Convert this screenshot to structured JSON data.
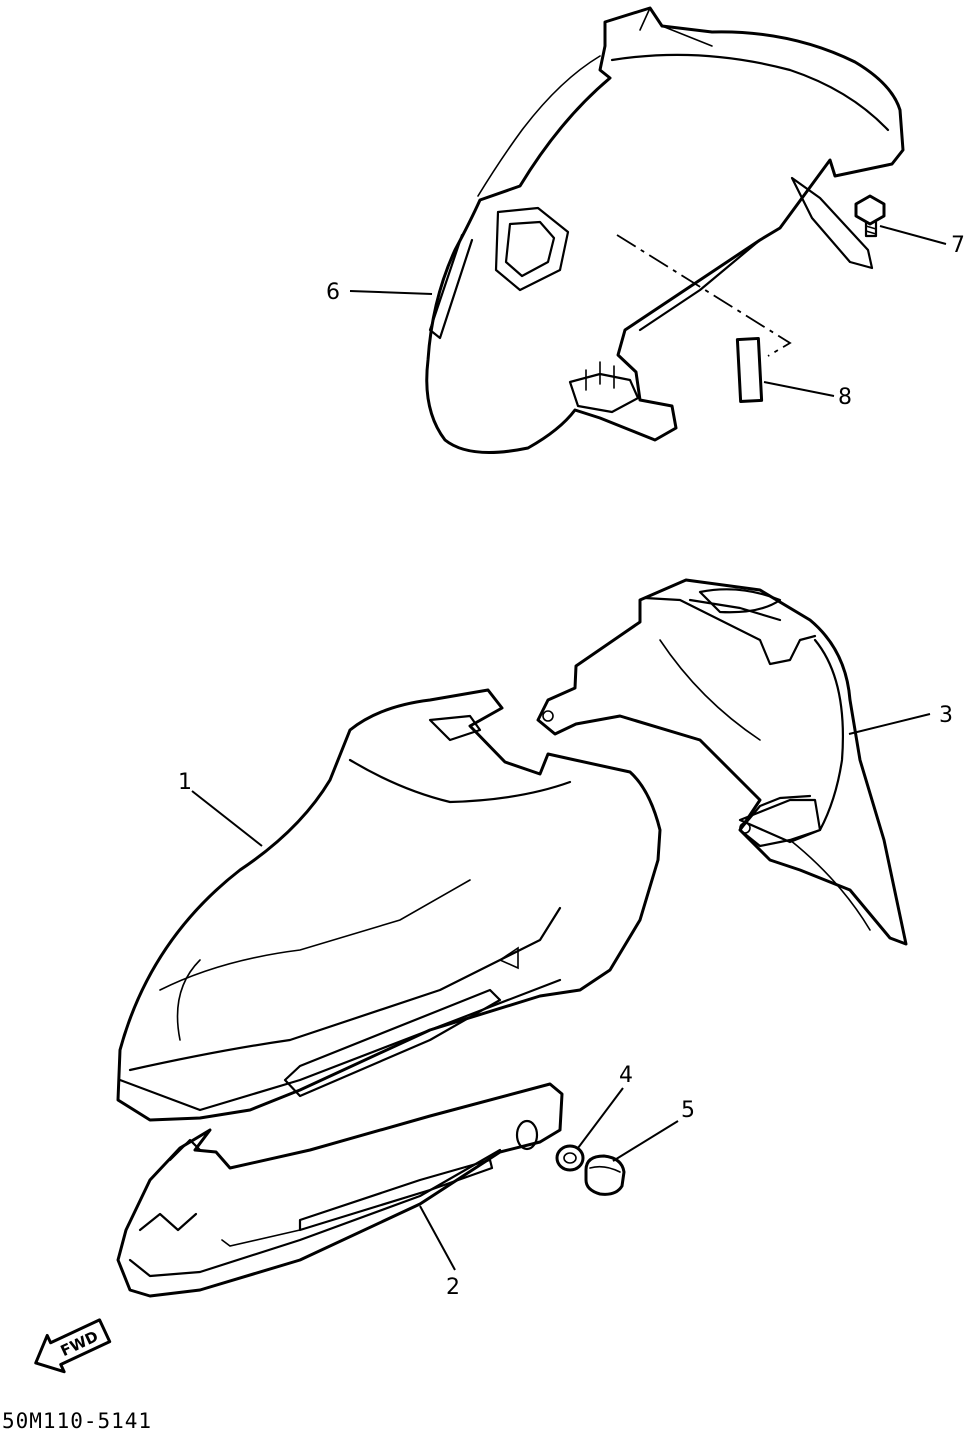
{
  "diagram": {
    "callouts": [
      {
        "id": "1",
        "label": "1"
      },
      {
        "id": "2",
        "label": "2"
      },
      {
        "id": "3",
        "label": "3"
      },
      {
        "id": "4",
        "label": "4"
      },
      {
        "id": "5",
        "label": "5"
      },
      {
        "id": "6",
        "label": "6"
      },
      {
        "id": "7",
        "label": "7"
      },
      {
        "id": "8",
        "label": "8"
      }
    ],
    "direction_marker": "FWD",
    "drawing_code": "50M110-5141"
  }
}
